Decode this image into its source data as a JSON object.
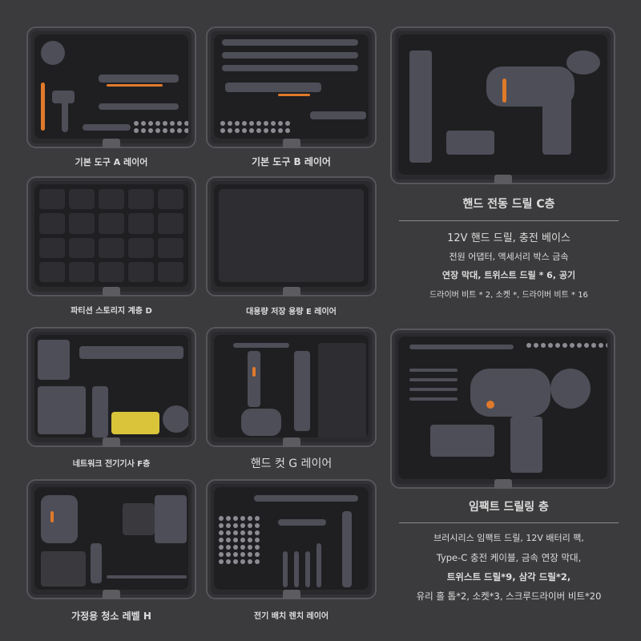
{
  "layers": {
    "a": "기본 도구 A 레이어",
    "b": "기본 도구 B 레이어",
    "c": "핸드 전동 드릴 C층",
    "d": "파티션 스토리지 계층 D",
    "e": "대용량 저장 용량 E 레이어",
    "f": "네트워크 전기기사 F층",
    "g": "핸드 컷 G 레이어",
    "impact": "임팩트 드릴링 층",
    "h": "가정용 청소 레벨 H",
    "wrench": "전기 배치 렌치 레이어"
  },
  "c_contents": [
    "12V 핸드 드릴, 충전 베이스",
    "전원 어댑터, 액세서리 박스 금속",
    "연장 막대, 트위스트 드릴 * 6, 공기",
    "드라이버 비트 * 2, 소켓 *, 드라이버 비트 * 16"
  ],
  "impact_contents": [
    "브러시리스 임팩트 드릴, 12V 배터리 팩,",
    "Type-C 충전 케이블, 금속 연장 막대,",
    "트위스트 드릴*9, 삼각 드릴*2,",
    "유리 홀 톱*2, 소켓*3, 스크루드라이버 비트*20"
  ],
  "colors": {
    "accent": "#e07a2a",
    "background": "#3b3b3d"
  }
}
